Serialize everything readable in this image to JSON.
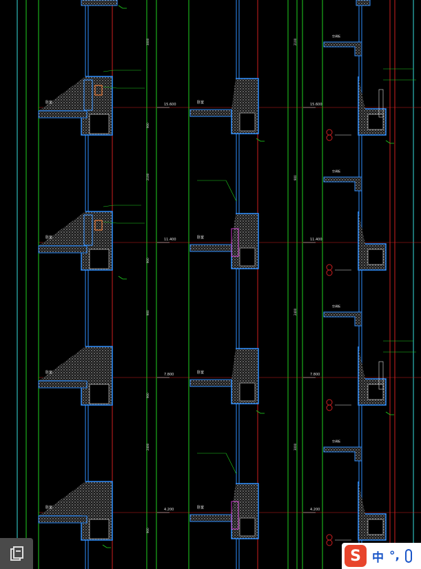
{
  "ime": {
    "logo": "S",
    "mode": "中",
    "punct": "°,"
  },
  "floating_button": {
    "icon": "clipboard-icon"
  },
  "drawing": {
    "colors": {
      "background": "#000000",
      "wall_outline": "#2f8fff",
      "hatch": "#c8c8c8",
      "green_line": "#1fd21f",
      "red_line": "#d02020",
      "cyan_line": "#37e0e0",
      "label": "#e6e6e6",
      "magenta": "#d040d0",
      "orange": "#ff7a2a"
    },
    "elevation_labels": [
      "15.600",
      "11.400",
      "7.800",
      "4.200"
    ],
    "dim_labels": [
      "3000",
      "2100",
      "900",
      "2400"
    ],
    "room_labels": [
      "卧室",
      "阳台",
      "空调板"
    ]
  }
}
